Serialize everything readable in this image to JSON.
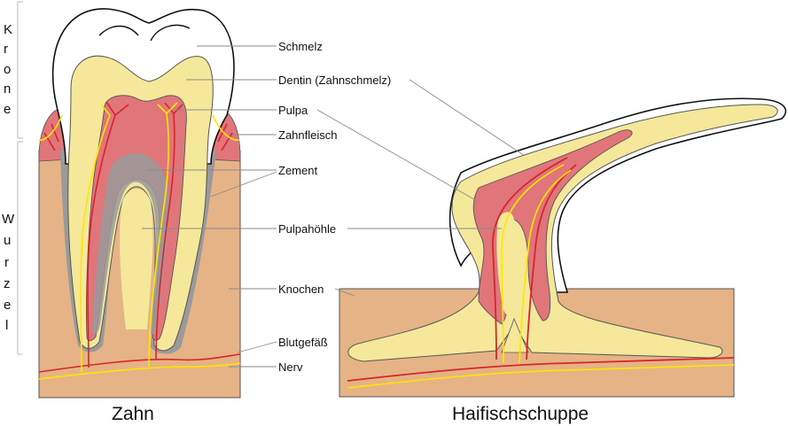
{
  "side_labels": {
    "krone": [
      "K",
      "r",
      "o",
      "n",
      "e"
    ],
    "wurzel": [
      "W",
      "u",
      "r",
      "z",
      "e",
      "l"
    ]
  },
  "labels": {
    "schmelz": "Schmelz",
    "dentin": "Dentin (Zahnschmelz)",
    "pulpa": "Pulpa",
    "zahnfleisch": "Zahnfleisch",
    "zement": "Zement",
    "pulpahoehle": "Pulpahöhle",
    "knochen": "Knochen",
    "blutgefaess": "Blutgefäß",
    "nerv": "Nerv"
  },
  "captions": {
    "tooth": "Zahn",
    "scale": "Haifischschuppe"
  },
  "colors": {
    "bone": "#E6B386",
    "dentin": "#F5E89A",
    "pulp": "#E0757A",
    "gum": "#E0757A",
    "cement": "#9A9A9A",
    "enamel": "#FFFFFF",
    "blood_vessel": "#D9252A",
    "nerve": "#FFE600",
    "leader_line": "#8A8A8A"
  }
}
